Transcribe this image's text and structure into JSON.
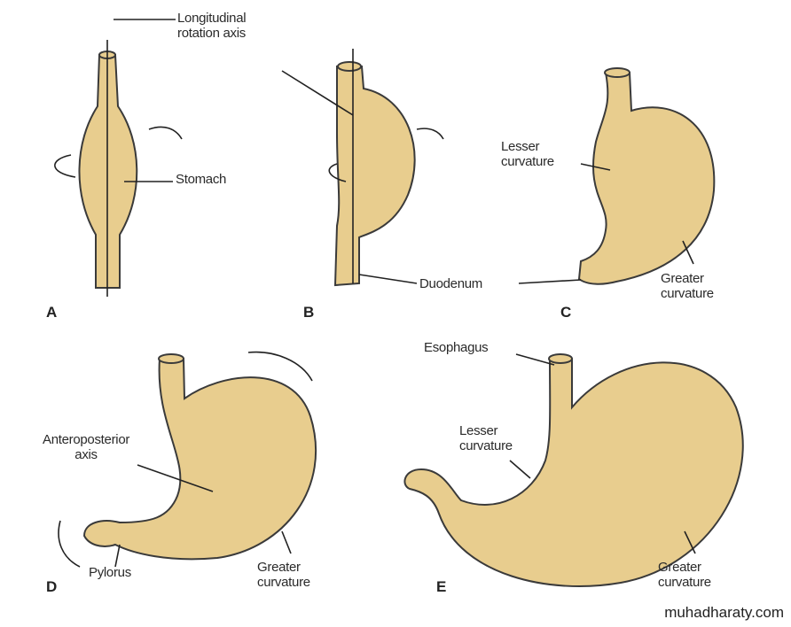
{
  "panels": [
    "A",
    "B",
    "C",
    "D",
    "E"
  ],
  "labels": {
    "longitudinal": "Longitudinal",
    "rotation_axis": "rotation axis",
    "stomach": "Stomach",
    "lesser_c_1": "Lesser",
    "lesser_c_2": "curvature",
    "duodenum": "Duodenum",
    "greater_c_1": "Greater",
    "greater_c_2": "curvature",
    "antero_1": "Anteroposterior",
    "antero_2": "axis",
    "pylorus": "Pylorus",
    "greater_d_1": "Greater",
    "greater_d_2": "curvature",
    "esophagus": "Esophagus",
    "lesser_e_1": "Lesser",
    "lesser_e_2": "curvature",
    "greater_e_1": "Greater",
    "greater_e_2": "curvature"
  },
  "watermark": "muhadharaty.com",
  "colors": {
    "stomach": "#e8cd8e",
    "outline": "#3a3a3a"
  }
}
